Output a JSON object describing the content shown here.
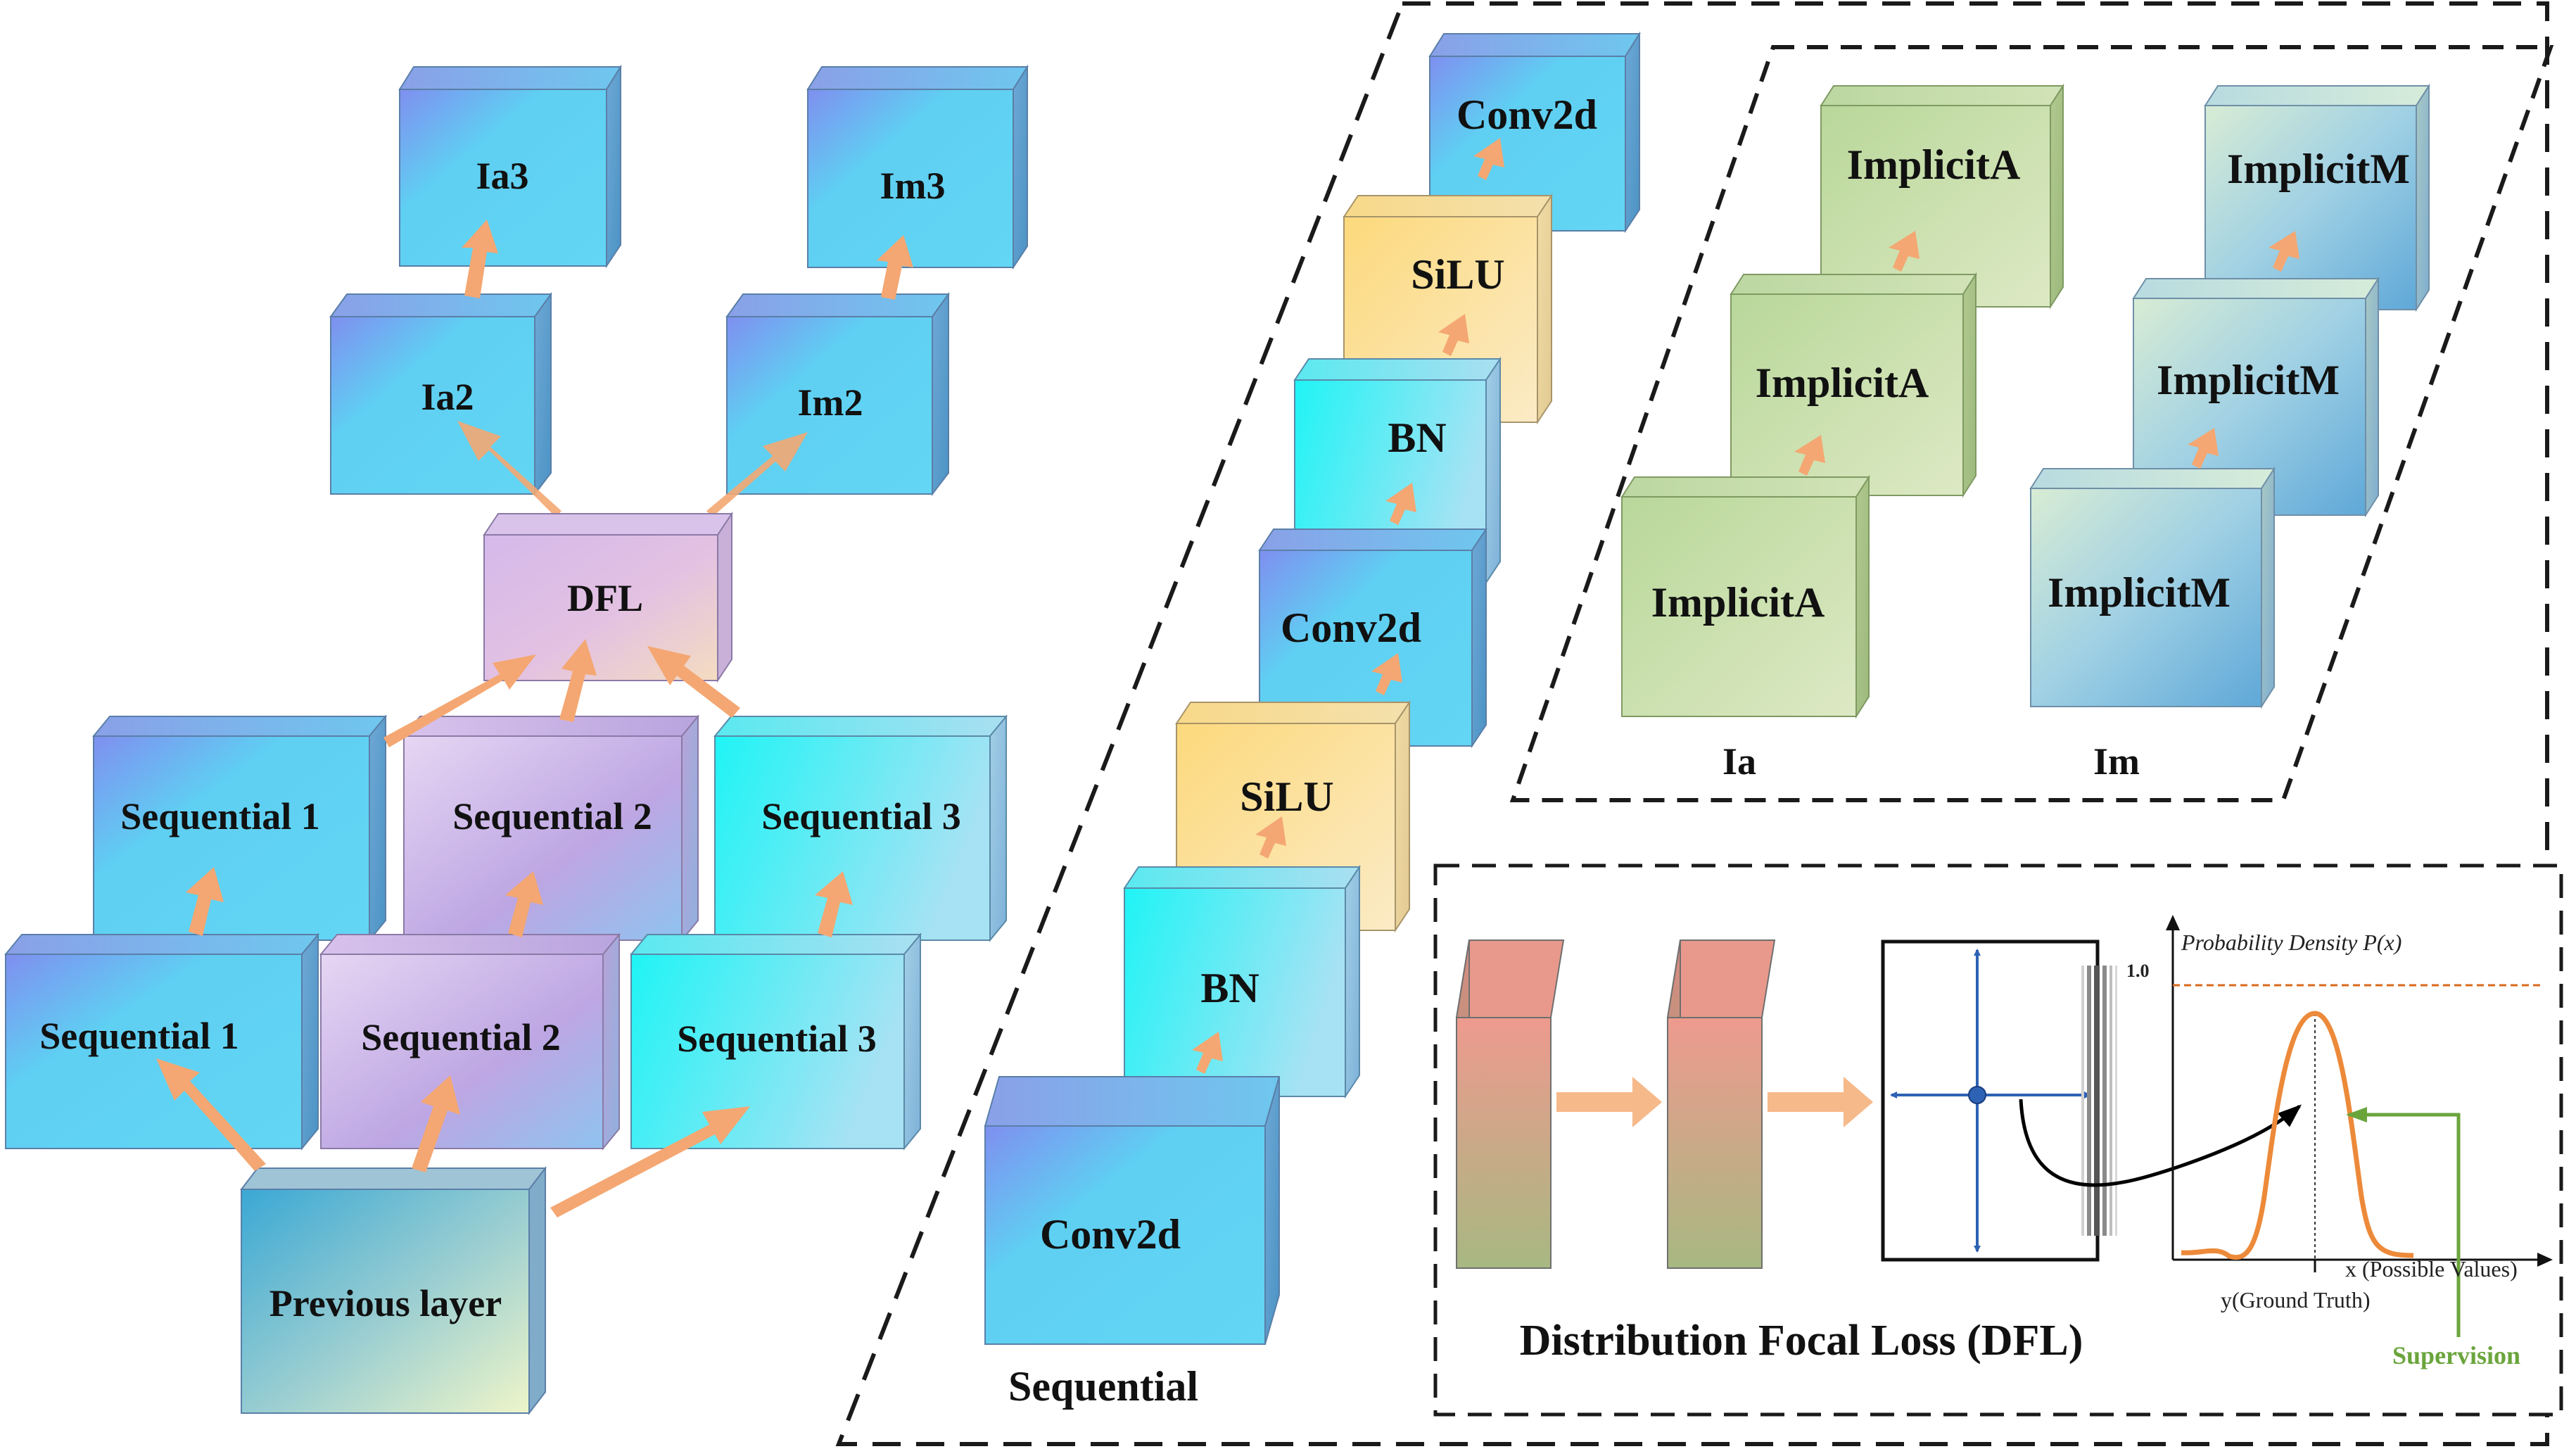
{
  "head_blocks": {
    "ia3": "Ia3",
    "im3": "Im3",
    "ia2": "Ia2",
    "im2": "Im2",
    "dfl": "DFL",
    "seq1_back": "Sequential 1",
    "seq2_back": "Sequential 2",
    "seq3_back": "Sequential 3",
    "seq1_front": "Sequential 1",
    "seq2_front": "Sequential 2",
    "seq3_front": "Sequential 3",
    "previous_layer": "Previous layer"
  },
  "sequential_stack": {
    "caption": "Sequential",
    "layers": [
      "Conv2d",
      "SiLU",
      "BN",
      "Conv2d",
      "SiLU",
      "BN",
      "Conv2d"
    ]
  },
  "implicit_panel": {
    "ia_label": "Ia",
    "im_label": "Im",
    "ia_blocks": [
      "ImplicitA",
      "ImplicitA",
      "ImplicitA"
    ],
    "im_blocks": [
      "ImplicitM",
      "ImplicitM",
      "ImplicitM"
    ]
  },
  "dfl_panel": {
    "caption": "Distribution Focal Loss (DFL)",
    "y_axis_label": "Probability Density  P(x)",
    "y_tick": "1.0",
    "x_axis_label": "x (Possible Values)",
    "ground_truth_label": "y(Ground Truth)",
    "supervision_label": "Supervision"
  },
  "colors": {
    "blue_block": "#5fd0f0",
    "cyan_block": "#21f1f4",
    "purple_block": "#d7bfe6",
    "yellow_block": "#fde08e",
    "green_block": "#cfe2ae",
    "teal_block": "#7fc6dc",
    "arrow": "#f4a772",
    "curve": "#ec8a3a",
    "supervision": "#6aa53c",
    "chart_axis_blue": "#2d62b4"
  }
}
